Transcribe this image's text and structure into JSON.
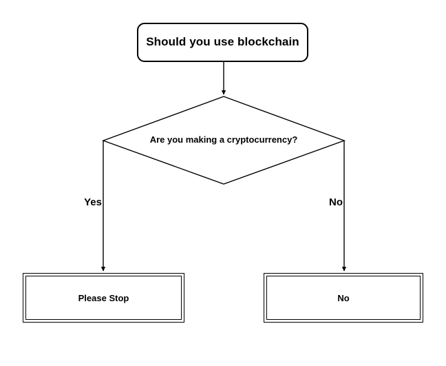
{
  "diagram": {
    "type": "flowchart",
    "title_node": {
      "id": "start",
      "shape": "rounded-rectangle",
      "text": "Should you use blockchain"
    },
    "decision": {
      "id": "decision-crypto",
      "shape": "diamond",
      "text": "Are you making a cryptocurrency?"
    },
    "branches": [
      {
        "id": "branch-yes",
        "label": "Yes",
        "side": "left"
      },
      {
        "id": "branch-no",
        "label": "No",
        "side": "right"
      }
    ],
    "terminals": [
      {
        "id": "terminal-left",
        "shape": "double-rectangle",
        "text": "Please Stop"
      },
      {
        "id": "terminal-right",
        "shape": "double-rectangle",
        "text": "No"
      }
    ],
    "colors": {
      "background": "#ffffff",
      "stroke": "#000000",
      "text": "#000000"
    }
  }
}
